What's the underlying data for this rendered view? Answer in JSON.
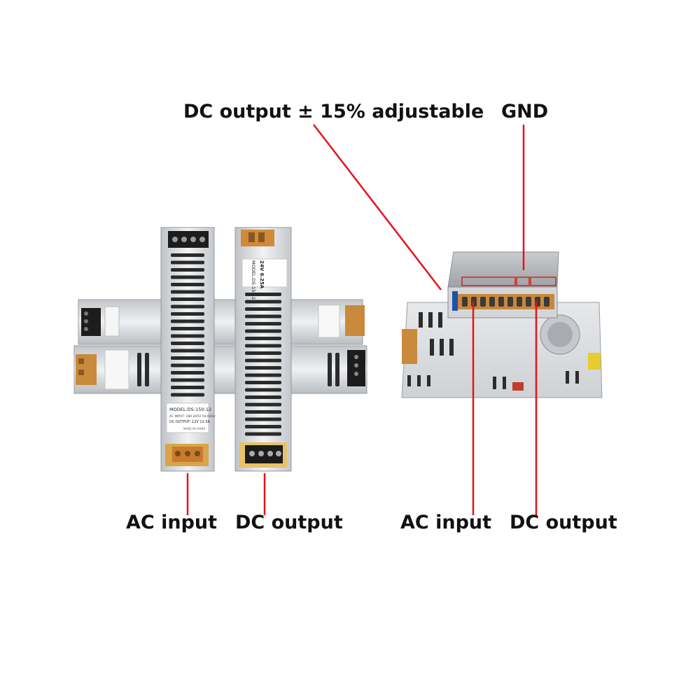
{
  "labels": {
    "dc_adjust": "DC output ± 15% adjustable",
    "gnd": "GND",
    "left_ac_input": "AC input",
    "left_dc_output": "DC output",
    "right_ac_input": "AC input",
    "right_dc_output": "DC output"
  },
  "slim_psu_1": {
    "model": "MODEL:DS-150-12",
    "input": "AC INPUT: 180-265V 50-60Hz",
    "output": "DC OUTPUT: 12V 12.5A",
    "origin": "MADE IN CHINA"
  },
  "slim_psu_2": {
    "model": "MODEL:DS-150-24",
    "output": "24V 6.25A"
  },
  "colors": {
    "callout_line": "#e3141c",
    "text": "#111111",
    "aluminum": "#d9dcdf",
    "terminal_orange": "#c98a3b",
    "terminal_black": "#1c1c1c"
  }
}
